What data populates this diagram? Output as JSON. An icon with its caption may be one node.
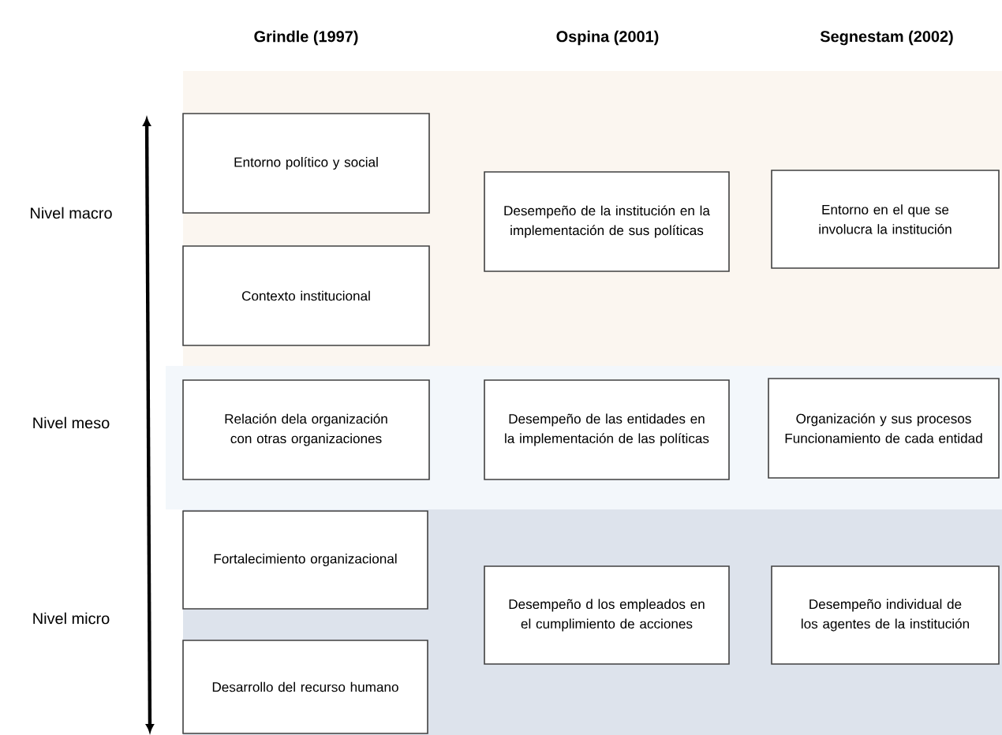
{
  "diagram": {
    "nodes": [
      {
        "text": [
          "Entorno político y social"
        ]
      },
      {
        "text": [
          "Desempeño de la institución en la implementación de sus políticas"
        ]
      },
      {
        "text": [
          "Entorno en el que se involucra la institución"
        ]
      },
      {
        "text": [
          "Contexto institucional"
        ]
      },
      {
        "text": [
          "Relación dela organización con otras organizaciones"
        ]
      },
      {
        "text": [
          "Desempeño de las entidades en la implementación de las políticas"
        ]
      },
      {
        "text": [
          "Organización y sus procesos Funcionamiento de cada entidad"
        ]
      },
      {
        "text": [
          "Fortalecimiento organizacional"
        ]
      },
      {
        "text": [
          "Desempeño d los empleados en el cumplimiento de acciones"
        ]
      },
      {
        "text": [
          "Desempeño individual de los agentes de la institución"
        ]
      },
      {
        "text": [
          "Desarrollo del recurso humano"
        ]
      }
    ],
    "labels": [
      "Grindle (1997)",
      "Ospina (2001)",
      "Segnestam (2002)",
      "Nivel macro",
      "Nivel meso",
      "Nivel micro"
    ]
  }
}
